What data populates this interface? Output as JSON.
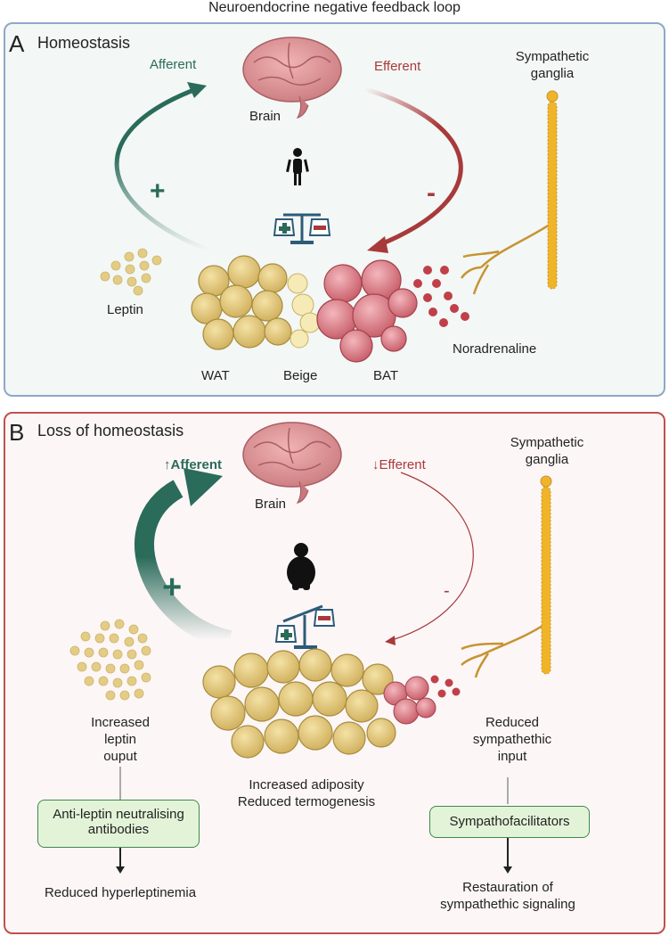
{
  "title": "Neuroendocrine negative feedback loop",
  "panel_a": {
    "letter": "A",
    "heading": "Homeostasis",
    "afferent": "Afferent",
    "efferent": "Efferent",
    "brain": "Brain",
    "sympathetic": "Sympathetic",
    "ganglia": "ganglia",
    "plus": "+",
    "minus": "-",
    "leptin": "Leptin",
    "noradrenaline": "Noradrenaline",
    "wat": "WAT",
    "beige": "Beige",
    "bat": "BAT"
  },
  "panel_b": {
    "letter": "B",
    "heading": "Loss of homeostasis",
    "afferent": "↑Afferent",
    "efferent": "↓Efferent",
    "brain": "Brain",
    "sympathetic": "Sympathetic",
    "ganglia": "ganglia",
    "plus": "+",
    "minus": "-",
    "leptin_1": "Increased",
    "leptin_2": "leptin",
    "leptin_3": "ouput",
    "reduced_1": "Reduced",
    "reduced_2": "sympathethic",
    "reduced_3": "input",
    "adiposity_1": "Increased adiposity",
    "adiposity_2": "Reduced termogenesis",
    "box_left_1": "Anti-leptin neutralising",
    "box_left_2": "antibodies",
    "box_right": "Sympathofacilitators",
    "result_left": "Reduced hyperleptinemia",
    "result_right_1": "Restauration of",
    "result_right_2": "sympathethic signaling"
  },
  "colors": {
    "afferent": "#2a6b5a",
    "efferent": "#a83a3a",
    "fat": "#e6cf8a",
    "brown_fat": "#e08a92",
    "ganglia": "#f0b429",
    "noradrenaline": "#c0404a"
  }
}
